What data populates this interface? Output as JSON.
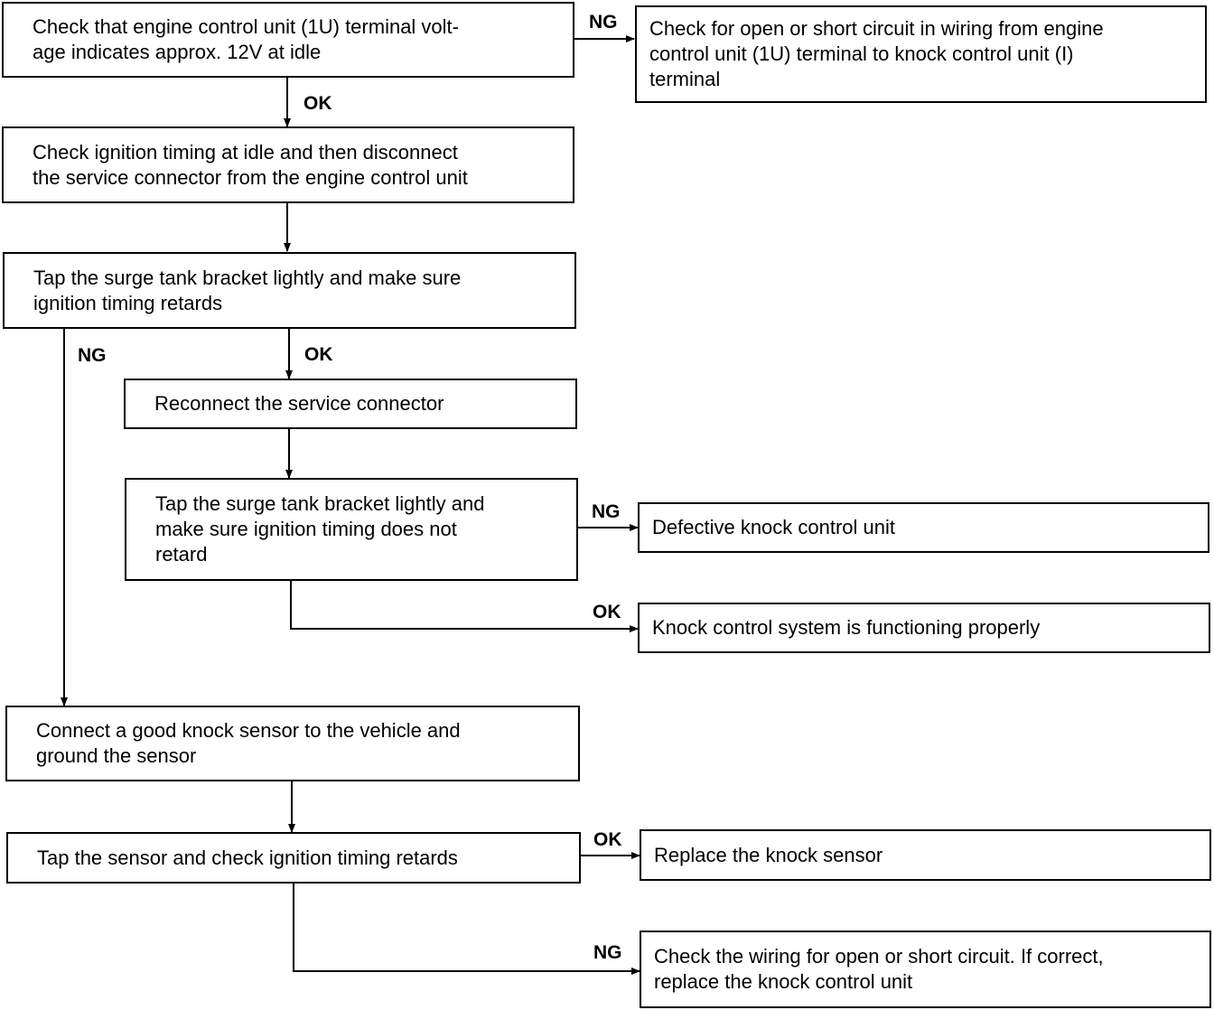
{
  "steps": {
    "s1": "Check that engine control unit (1U) terminal volt-\nage indicates approx. 12V at idle",
    "s1_ng": "Check for open or short circuit in wiring from engine\ncontrol unit (1U) terminal to knock control unit (I)\nterminal",
    "s2": "Check ignition timing at idle and then disconnect\nthe service connector from the engine control unit",
    "s3": "Tap the surge tank bracket lightly and make sure\nignition timing retards",
    "s4": "Reconnect the service connector",
    "s5": "Tap the surge tank bracket lightly and\nmake sure ignition timing does not\nretard",
    "s5_ng": "Defective knock control unit",
    "s5_ok": "Knock control system is functioning properly",
    "s6": "Connect a good knock sensor to the vehicle and\nground the sensor",
    "s7": "Tap the sensor and check ignition timing retards",
    "s7_ok": "Replace the knock sensor",
    "s7_ng": "Check the wiring for open or short circuit. If correct,\nreplace the knock control unit"
  },
  "labels": {
    "ng": "NG",
    "ok": "OK"
  }
}
